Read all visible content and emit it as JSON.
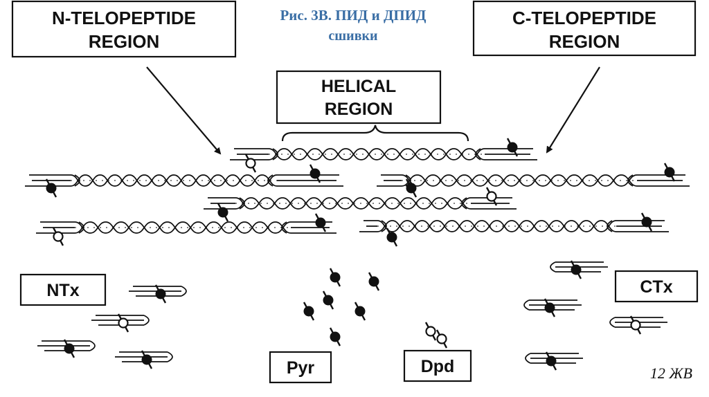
{
  "slide_title": {
    "line1": "Рис. 3В. ПИД и ДПИД",
    "line2": "сшивки"
  },
  "regions": {
    "n_telopeptide": [
      "N-TELOPEPTIDE",
      "REGION"
    ],
    "c_telopeptide": [
      "C-TELOPEPTIDE",
      "REGION"
    ],
    "helical": [
      "HELICAL",
      "REGION"
    ]
  },
  "fragments": {
    "ntx": "NTx",
    "ctx": "CTx",
    "pyr": "Pyr",
    "dpd": "Dpd"
  },
  "footer": "12 ЖВ",
  "colors": {
    "title": "#3a6ea5",
    "ink": "#111111",
    "background": "#ffffff"
  }
}
